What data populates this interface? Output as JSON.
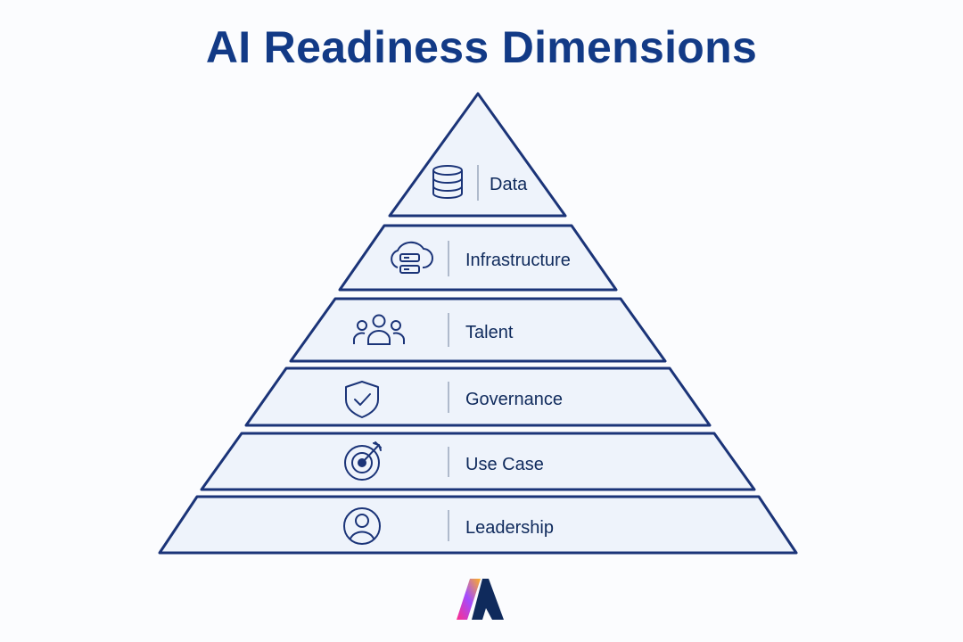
{
  "title": "AI Readiness Dimensions",
  "colors": {
    "title": "#123a86",
    "outline": "#1b3478",
    "fill": "#eef3fb",
    "text": "#0f2a5c",
    "icon": "#1b3478"
  },
  "tiers": [
    {
      "label": "Data",
      "icon": "database-icon"
    },
    {
      "label": "Infrastructure",
      "icon": "cloud-server-icon"
    },
    {
      "label": "Talent",
      "icon": "people-icon"
    },
    {
      "label": "Governance",
      "icon": "shield-check-icon"
    },
    {
      "label": "Use Case",
      "icon": "target-icon"
    },
    {
      "label": "Leadership",
      "icon": "person-icon"
    }
  ],
  "logo": {
    "name": "brand-logo"
  }
}
